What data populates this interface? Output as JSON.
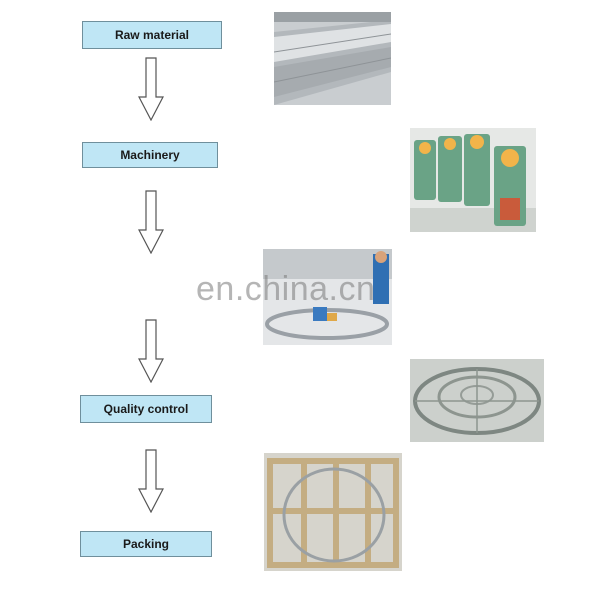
{
  "steps": [
    {
      "label": "Raw material"
    },
    {
      "label": "Machinery"
    },
    {
      "label": "Quality control"
    },
    {
      "label": "Packing"
    }
  ],
  "photos": [
    {
      "icon": "metal-sheet-stack-photo"
    },
    {
      "icon": "punch-press-machines-photo"
    },
    {
      "icon": "worker-assembling-ring-photo"
    },
    {
      "icon": "ring-frame-inspection-photo"
    },
    {
      "icon": "wooden-crate-packing-photo"
    }
  ],
  "watermark": {
    "text": "en.china.cn"
  },
  "colors": {
    "step_fill": "#bfe6f5",
    "step_border": "#6f8f9c",
    "arrow_stroke": "#555555"
  }
}
